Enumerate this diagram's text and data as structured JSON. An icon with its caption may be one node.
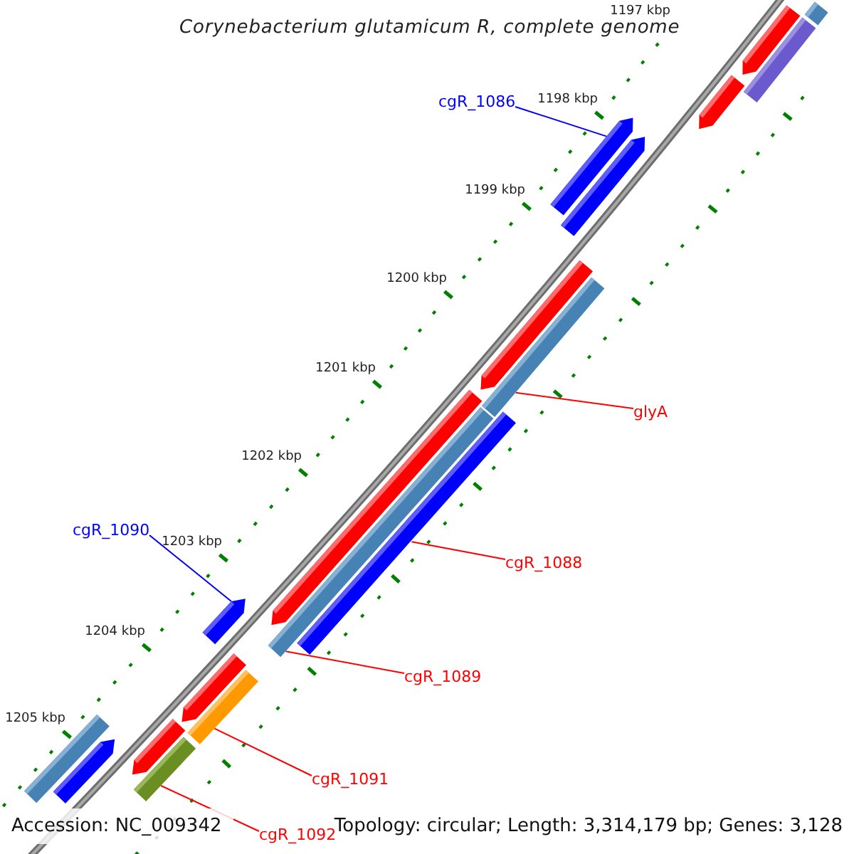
{
  "diagram": {
    "title": "Corynebacterium glutamicum R, complete genome",
    "nodes": [
      {
        "text": [
          "cgR_1086"
        ]
      },
      {
        "text": [],
        "shape": "bar"
      },
      {
        "text": [
          "cgR_1090"
        ]
      },
      {
        "text": [],
        "shape": "bar"
      },
      {
        "text": [
          "glyA"
        ]
      },
      {
        "text": [],
        "shape": "bar"
      },
      {
        "text": [
          "cgR_1088"
        ]
      },
      {
        "text": [],
        "shape": "bar"
      },
      {
        "text": [
          "cgR_1089"
        ]
      },
      {
        "text": [],
        "shape": "bar"
      },
      {
        "text": [
          "cgR_1091"
        ]
      },
      {
        "text": [],
        "shape": "bar"
      },
      {
        "text": [
          "cgR_1092"
        ]
      },
      {
        "text": [],
        "shape": "bar"
      },
      {
        "text": [],
        "shape": "bar"
      },
      {
        "text": [],
        "shape": "bar"
      },
      {
        "text": [],
        "shape": "bar"
      },
      {
        "text": [],
        "shape": "bar"
      },
      {
        "text": [],
        "shape": "bar"
      },
      {
        "text": [],
        "shape": "bar"
      },
      {
        "text": [],
        "shape": "bar"
      },
      {
        "text": [],
        "shape": "bar"
      },
      {
        "text": [],
        "shape": "bar"
      },
      {
        "text": [],
        "shape": "bar"
      },
      {
        "text": [],
        "shape": "bar"
      }
    ],
    "edges": [
      {
        "from": 0,
        "to": 1,
        "arrow": "none",
        "color": "#0000ff"
      },
      {
        "from": 2,
        "to": 3,
        "arrow": "none",
        "color": "#0000ff"
      },
      {
        "from": 4,
        "to": 5,
        "arrow": "none"
      },
      {
        "from": 6,
        "to": 7,
        "arrow": "none"
      },
      {
        "from": 8,
        "to": 9,
        "arrow": "none"
      },
      {
        "from": 10,
        "to": 11,
        "arrow": "none"
      },
      {
        "from": 12,
        "to": 13,
        "arrow": "none"
      }
    ],
    "labels": [
      "1197 kbp",
      "1198 kbp",
      "1199 kbp",
      "1200 kbp",
      "1201 kbp",
      "1202 kbp",
      "1203 kbp",
      "1204 kbp",
      "1205 kbp",
      "Accession: NC_009342",
      "Topology: circular; Length: 3,314,179 bp; Genes: 3,128"
    ]
  }
}
